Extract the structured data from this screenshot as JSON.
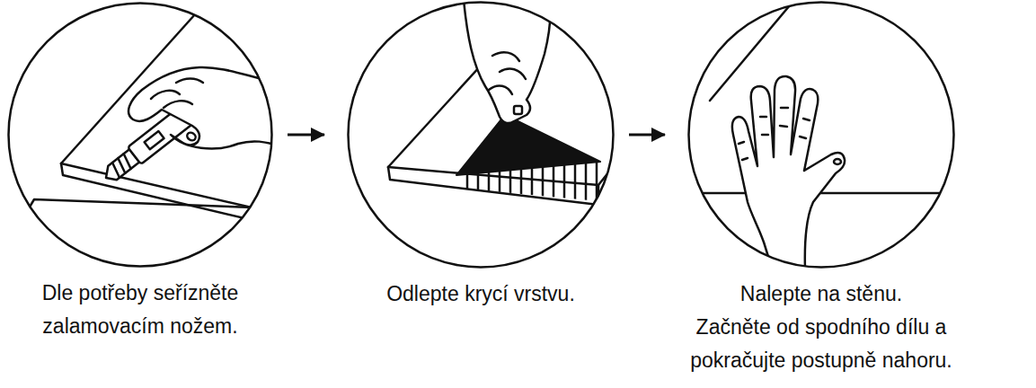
{
  "diagram": {
    "nodes": [
      {
        "text": [
          "Dle potřeby seřízněte zalamovacím nožem."
        ]
      },
      {
        "text": [
          "Odlepte krycí vrstvu."
        ]
      },
      {
        "text": [
          "Nalepte na stěnu.",
          "Začněte od spodního dílu a pokračujte postupně nahoru."
        ]
      }
    ],
    "edges": [
      {
        "from": 0,
        "to": 1,
        "arrow": "to"
      },
      {
        "from": 1,
        "to": 2,
        "arrow": "to"
      }
    ]
  }
}
